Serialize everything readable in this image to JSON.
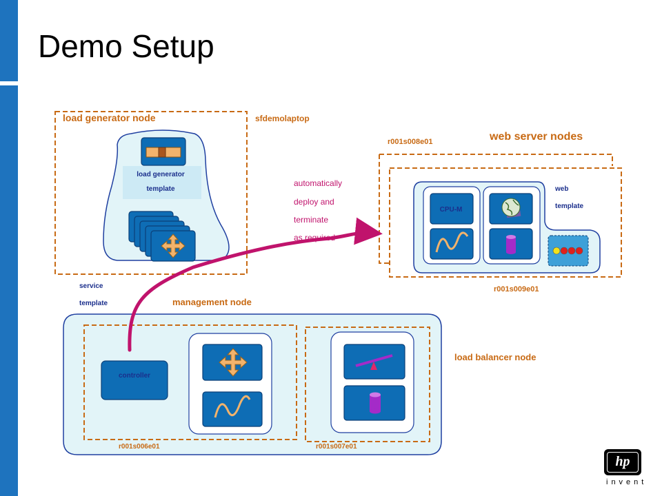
{
  "slide": {
    "title": "Demo Setup"
  },
  "labels": {
    "load_generator_node": "load  generator  node",
    "sfdemolaptop": "sfdemolaptop",
    "web_server_nodes": "web server nodes",
    "r001s008e01": "r001s008e01",
    "r001s009e01": "r001s009e01",
    "load_generator_template_line1": "load generator",
    "load_generator_template_line2": "template",
    "auto_line1": "automatically",
    "auto_line2": "deploy and",
    "auto_line3": "terminate",
    "auto_line4": "as required",
    "web_template_line1": "web",
    "web_template_line2": "template",
    "cpu_m": "CPU-M",
    "service_template_line1": "service",
    "service_template_line2": "template",
    "management_node": "management  node",
    "load_balancer_node": "load  balancer  node",
    "controller": "controller",
    "r001s006e01": "r001s006e01",
    "r001s007e01": "r001s007e01"
  },
  "logo": {
    "mark": "hp",
    "tagline": "invent"
  },
  "colors": {
    "brand_blue": "#1E73BE",
    "tile_blue": "#0E6DB5",
    "node_border_orange": "#C86A14",
    "template_fill": "#E2F4F8",
    "template_border": "#1F3FA0",
    "deploy_arrow": "#C0136C",
    "icon_orange": "#F2B36C",
    "icon_purple": "#A42BC8"
  }
}
